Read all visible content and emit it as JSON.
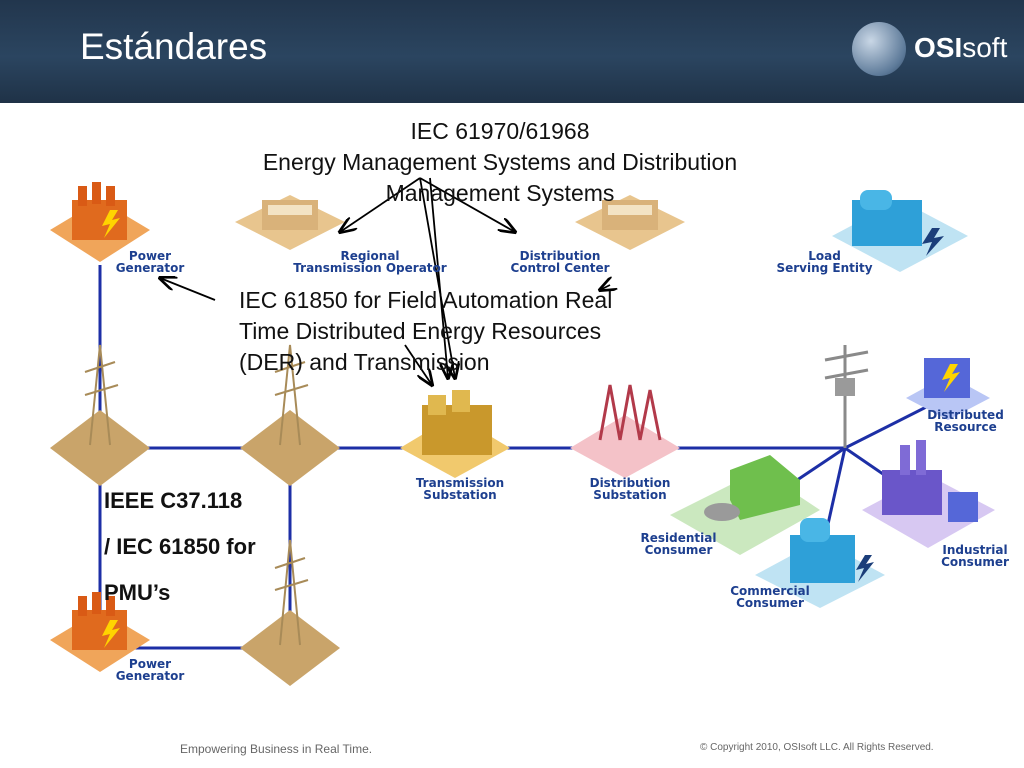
{
  "slide": {
    "title": "Estándares"
  },
  "logo": {
    "text_bold": "OSI",
    "text_light": "soft"
  },
  "annotations": {
    "iec61970": [
      "IEC 61970/61968",
      "Energy Management Systems and Distribution",
      "Management Systems"
    ],
    "iec61850": [
      "IEC 61850 for Field Automation Real",
      "Time Distributed Energy Resources",
      "(DER) and Transmission"
    ],
    "pmu": [
      "IEEE C37.118",
      "/ IEC 61850 for",
      "PMU’s"
    ]
  },
  "nodes": {
    "power_generator_top": [
      "Power",
      "Generator"
    ],
    "regional_operator": [
      "Regional",
      "Transmission Operator"
    ],
    "distribution_control": [
      "Distribution",
      "Control Center"
    ],
    "load_serving": [
      "Load",
      "Serving Entity"
    ],
    "transmission_substation": [
      "Transmission",
      "Substation"
    ],
    "distribution_substation": [
      "Distribution",
      "Substation"
    ],
    "distributed_resource": [
      "Distributed",
      "Resource"
    ],
    "residential_consumer": [
      "Residential",
      "Consumer"
    ],
    "commercial_consumer": [
      "Commercial",
      "Consumer"
    ],
    "industrial_consumer": [
      "Industrial",
      "Consumer"
    ],
    "power_generator_bottom": [
      "Power",
      "Generator"
    ]
  },
  "colors": {
    "line": "#1d2fa6",
    "label": "#1d3f8f",
    "header": "#2b4560",
    "diamond": "#c9a46a"
  },
  "footer": {
    "left": "Empowering Business in Real Time.",
    "right": "© Copyright 2010, OSIsoft LLC. All Rights Reserved."
  }
}
